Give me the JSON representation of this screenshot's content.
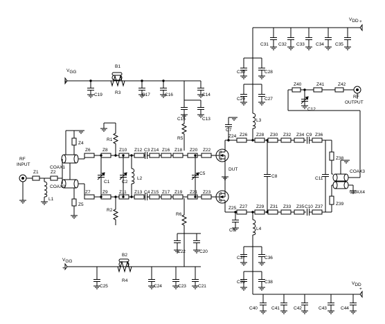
{
  "labels": {
    "vgg": "V",
    "vgg_sub": "GG",
    "vdd": "V",
    "vdd_sub": "DD",
    "rf_input_1": "RF",
    "rf_input_2": "INPUT",
    "rf_output_1": "RF",
    "rf_output_2": "OUTPUT",
    "dut": "DUT",
    "coax1": "COAX1",
    "coax2": "COAX2",
    "coax3": "COAX3",
    "coax4": "COAX4",
    "plus": "+"
  },
  "refs": {
    "B1": "B1",
    "B2": "B2",
    "R1": "R1",
    "R2": "R2",
    "R3": "R3",
    "R4": "R4",
    "R5": "R5",
    "R6": "R6",
    "L1": "L1",
    "L2": "L2",
    "L3": "L3",
    "L4": "L4",
    "C1": "C1",
    "C2": "C2",
    "C3": "C3",
    "C4": "C4",
    "C5": "C5",
    "C6": "C6",
    "C7": "C7",
    "C8": "C8",
    "C9": "C9",
    "C10": "C10",
    "C11": "C11",
    "C12": "C12",
    "C13": "C13",
    "C14": "C14",
    "C15": "C15",
    "C16": "C16",
    "C17": "C17",
    "C19": "C19",
    "C20": "C20",
    "C21": "C21",
    "C22": "C22",
    "C23": "C23",
    "C24": "C24",
    "C25": "C25",
    "C27": "C27",
    "C28": "C28",
    "C29": "C29",
    "C30": "C30",
    "C31": "C31",
    "C32": "C32",
    "C33": "C33",
    "C34": "C34",
    "C35": "C35",
    "C36": "C36",
    "C37": "C37",
    "C38": "C38",
    "C39": "C39",
    "C40": "C40",
    "C41": "C41",
    "C42": "C42",
    "C43": "C43",
    "C44": "C44",
    "Z1": "Z1",
    "Z2": "Z2",
    "Z4": "Z4",
    "Z5": "Z5",
    "Z6": "Z6",
    "Z7": "Z7",
    "Z8": "Z8",
    "Z9": "Z9",
    "Z10": "Z10",
    "Z11": "Z11",
    "Z12": "Z12",
    "Z13": "Z13",
    "Z14": "Z14",
    "Z15": "Z15",
    "Z16": "Z16",
    "Z17": "Z17",
    "Z18": "Z18",
    "Z19": "Z19",
    "Z20": "Z20",
    "Z21": "Z21",
    "Z22": "Z22",
    "Z23": "Z23",
    "Z24": "Z24",
    "Z25": "Z25",
    "Z26": "Z26",
    "Z27": "Z27",
    "Z28": "Z28",
    "Z29": "Z29",
    "Z30": "Z30",
    "Z31": "Z31",
    "Z32": "Z32",
    "Z33": "Z33",
    "Z34": "Z34",
    "Z35": "Z35",
    "Z36": "Z36",
    "Z37": "Z37",
    "Z38": "Z38",
    "Z39": "Z39",
    "Z40": "Z40",
    "Z41": "Z41",
    "Z42": "Z42"
  }
}
